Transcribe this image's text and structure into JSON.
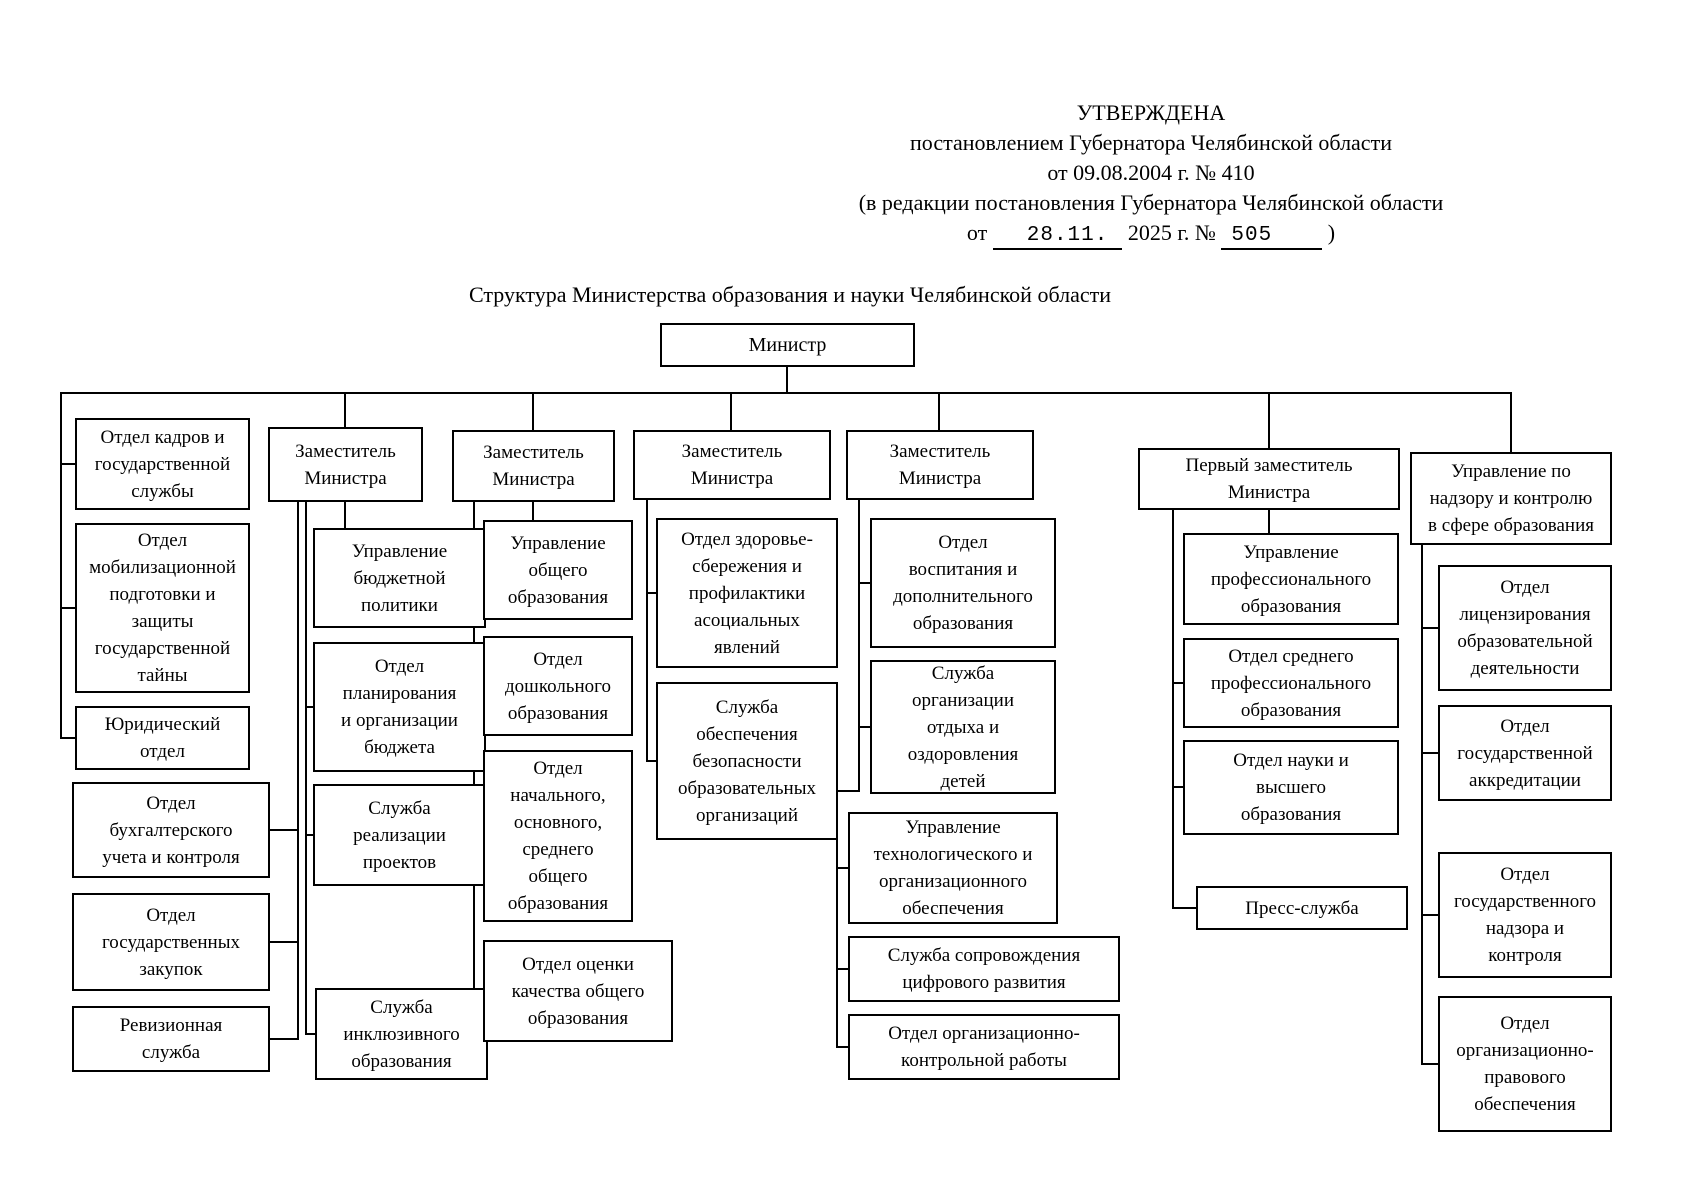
{
  "approval": {
    "line1": "УТВЕРЖДЕНА",
    "line2": "постановлением Губернатора Челябинской области",
    "line3": "от 09.08.2004 г. № 410",
    "line4": "(в редакции постановления Губернатора Челябинской области",
    "from_label": "от",
    "date_value": "28.11.",
    "year_part": "2025 г. №",
    "number_value": "505",
    "close_paren": ")"
  },
  "title": "Структура Министерства образования и науки Челябинской области",
  "boxes": {
    "minister": "Министр",
    "c1b1": "Отдел кадров и\nгосударственной\nслужбы",
    "c1b2": "Отдел\nмобилизационной\nподготовки и\nзащиты\nгосударственной\nтайны",
    "c1b3": "Юридический\nотдел",
    "c1b4": "Отдел\nбухгалтерского\nучета и контроля",
    "c1b5": "Отдел\nгосударственных\nзакупок",
    "c1b6": "Ревизионная\nслужба",
    "c2h": "Заместитель\nМинистра",
    "c2b1": "Управление\nбюджетной\nполитики",
    "c2b2": "Отдел\nпланирования\nи организации\nбюджета",
    "c2b3": "Служба\nреализации\nпроектов",
    "c2b4": "Служба\nинклюзивного\nобразования",
    "c3h": "Заместитель\nМинистра",
    "c3b1": "Управление\nобщего\nобразования",
    "c3b2": "Отдел\nдошкольного\nобразования",
    "c3b3": "Отдел\nначального,\nосновного,\nсреднего\nобщего\nобразования",
    "c3b4": "Отдел оценки\nкачества общего\nобразования",
    "c4h": "Заместитель\nМинистра",
    "c4b1": "Отдел здоровье-\nсбережения и\nпрофилактики\nасоциальных\nявлений",
    "c4b2": "Служба\nобеспечения\nбезопасности\nобразовательных\nорганизаций",
    "c5h": "Заместитель\nМинистра",
    "c5b1": "Отдел\nвоспитания и\nдополнительного\nобразования",
    "c5b2": "Служба\nорганизации\nотдыха и\nоздоровления\nдетей",
    "c5b3": "Управление\nтехнологического и\nорганизационного\nобеспечения",
    "c5b4": "Служба сопровождения\nцифрового развития",
    "c5b5": "Отдел организационно-\nконтрольной работы",
    "c6h": "Первый заместитель\nМинистра",
    "c6b1": "Управление\nпрофессионального\nобразования",
    "c6b2": "Отдел среднего\nпрофессионального\nобразования",
    "c6b3": "Отдел науки и\nвысшего\nобразования",
    "c6b4": "Пресс-служба",
    "c7h": "Управление по\nнадзору и контролю\nв сфере образования",
    "c7b1": "Отдел\nлицензирования\nобразовательной\nдеятельности",
    "c7b2": "Отдел\nгосударственной\nаккредитации",
    "c7b3": "Отдел\nгосударственного\nнадзора и\nконтроля",
    "c7b4": "Отдел\nорганизационно-\nправового\nобеспечения"
  }
}
